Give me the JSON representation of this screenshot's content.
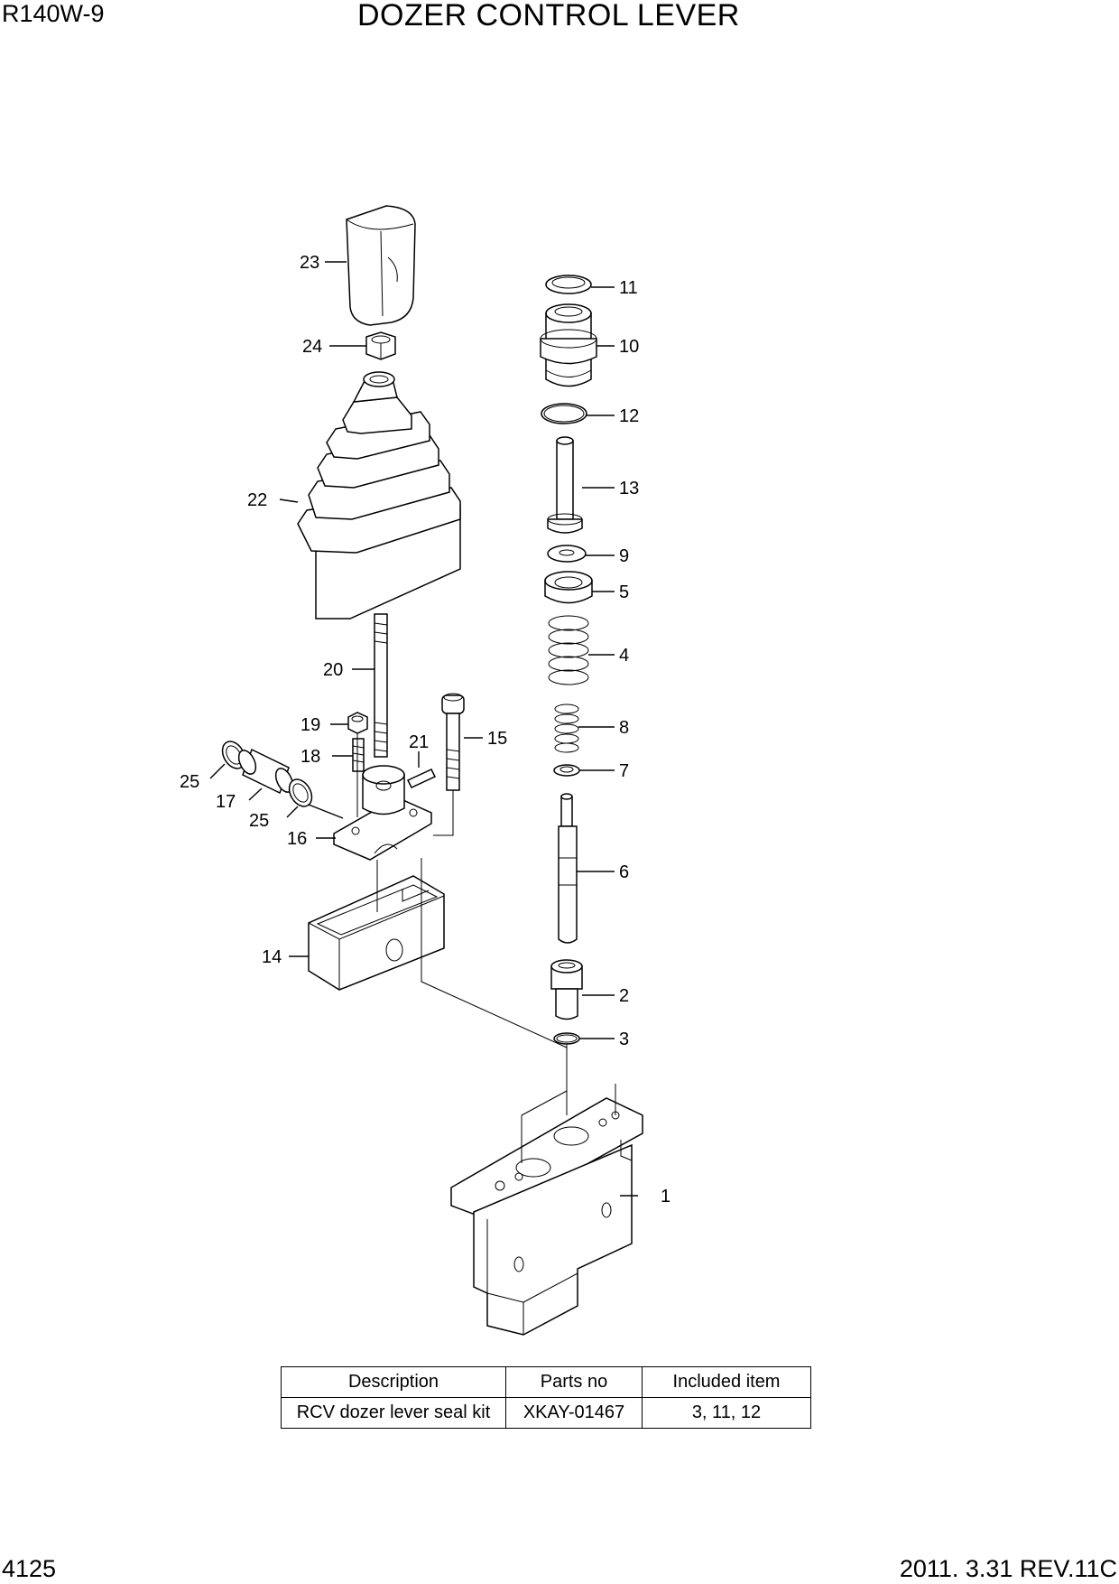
{
  "header": {
    "model": "R140W-9",
    "title": "DOZER CONTROL LEVER"
  },
  "footer": {
    "page_number": "4125",
    "revision": "2011. 3.31 REV.11C"
  },
  "callouts": [
    "1",
    "2",
    "3",
    "4",
    "5",
    "6",
    "7",
    "8",
    "9",
    "10",
    "11",
    "12",
    "13",
    "14",
    "15",
    "16",
    "17",
    "18",
    "19",
    "20",
    "21",
    "22",
    "23",
    "24",
    "25",
    "25"
  ],
  "kit_table": {
    "columns": [
      "Description",
      "Parts no",
      "Included item"
    ],
    "rows": [
      [
        "RCV dozer lever seal kit",
        "XKAY-01467",
        "3, 11, 12"
      ]
    ]
  }
}
